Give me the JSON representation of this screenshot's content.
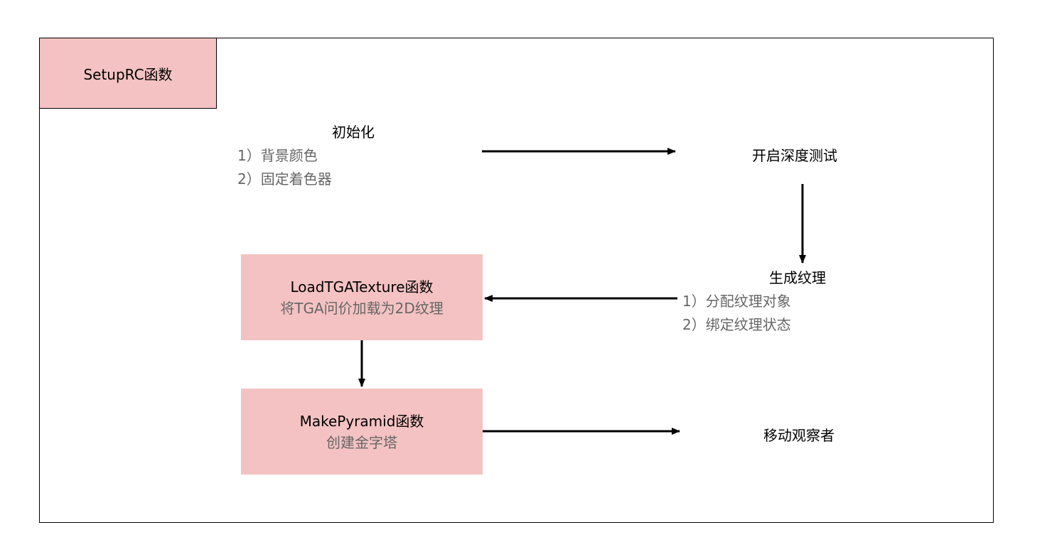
{
  "diagram": {
    "title": "SetupRC函数",
    "init": {
      "heading": "初始化",
      "items": [
        "1）背景颜色",
        "2）固定着色器"
      ]
    },
    "depth_test": "开启深度测试",
    "texture": {
      "heading": "生成纹理",
      "items": [
        "1）分配纹理对象",
        "2）绑定纹理状态"
      ]
    },
    "load_tga": {
      "title": "LoadTGATexture函数",
      "subtitle": "将TGA问价加载为2D纹理"
    },
    "make_pyramid": {
      "title": "MakePyramid函数",
      "subtitle": "创建金字塔"
    },
    "move_observer": "移动观察者"
  },
  "colors": {
    "node_fill": "#f4c2c2",
    "stroke": "#000000",
    "secondary_text": "#666666"
  }
}
